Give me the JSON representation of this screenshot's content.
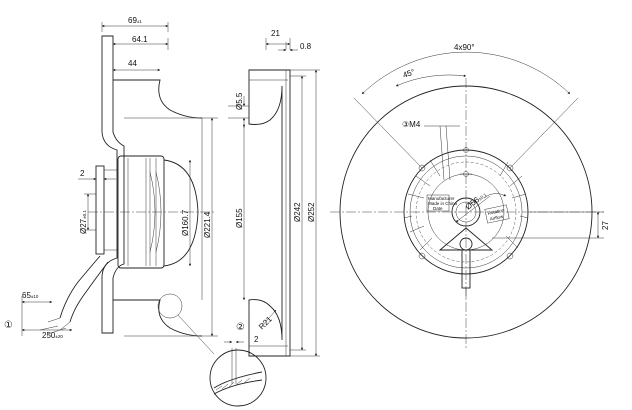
{
  "side_view": {
    "dims": {
      "overall_depth": "69",
      "overall_depth_tol": "±1",
      "depth_64": "64.1",
      "depth_44": "44",
      "gap_2": "2",
      "hub_dia": "Ø27",
      "hub_dia_tol": "±0.1",
      "motor_dia": "Ø160.7",
      "inlet_dia": "Ø221.4"
    },
    "cable": {
      "strip_len": "65",
      "strip_tol": "±10",
      "cable_len": "250",
      "cable_tol": "±20",
      "callout": "①"
    }
  },
  "ring_view": {
    "dims": {
      "width": "21",
      "thickness": "0.8",
      "hole_dia": "Ø5.5",
      "inner_dia": "Ø155",
      "mid_dia": "Ø242",
      "outer_dia": "Ø252",
      "radius": "R21"
    }
  },
  "detail": {
    "callout": "②",
    "gap": "2"
  },
  "front_view": {
    "dims": {
      "pattern": "4x90°",
      "angle": "45°",
      "thread": "③M4",
      "bore_dia": "Ø56",
      "bore_tol": "±0.1",
      "offset": "27"
    },
    "label_lines": [
      "Manufacturer",
      "Made in China",
      "Date"
    ],
    "rotation_lines": [
      "Rotation",
      "Airflow"
    ]
  }
}
